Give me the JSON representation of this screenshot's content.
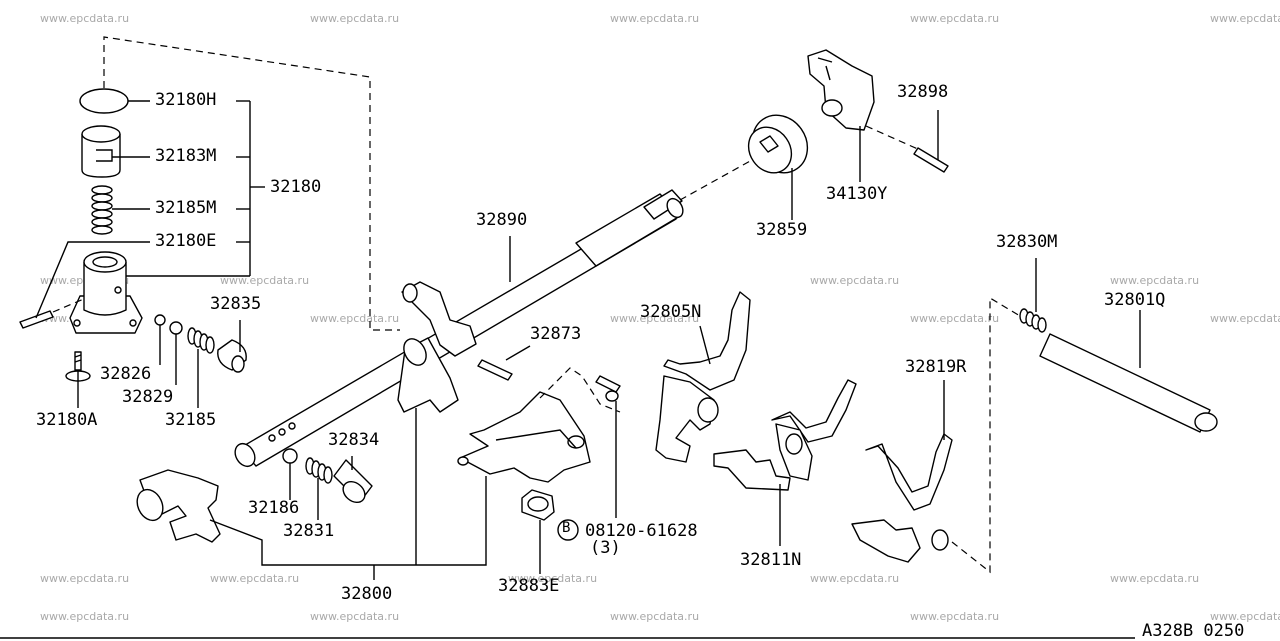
{
  "watermark": "www.epcdata.ru",
  "ref_code": "A328B 0250",
  "labels": {
    "p32180H": "32180H",
    "p32183M": "32183M",
    "p32185M": "32185M",
    "p32180": "32180",
    "p32180E": "32180E",
    "p32835": "32835",
    "p32826": "32826",
    "p32829": "32829",
    "p32185": "32185",
    "p32180A": "32180A",
    "p32890": "32890",
    "p32873": "32873",
    "p32834": "32834",
    "p32186": "32186",
    "p32831": "32831",
    "p32800": "32800",
    "p32883E": "32883E",
    "p08120": "08120-61628",
    "p08120_qty": "(3)",
    "p08120_marker": "B",
    "p32859": "32859",
    "p32898": "32898",
    "p34130Y": "34130Y",
    "p32805N": "32805N",
    "p32811N": "32811N",
    "p32819R": "32819R",
    "p32830M": "32830M",
    "p32801Q": "32801Q"
  }
}
